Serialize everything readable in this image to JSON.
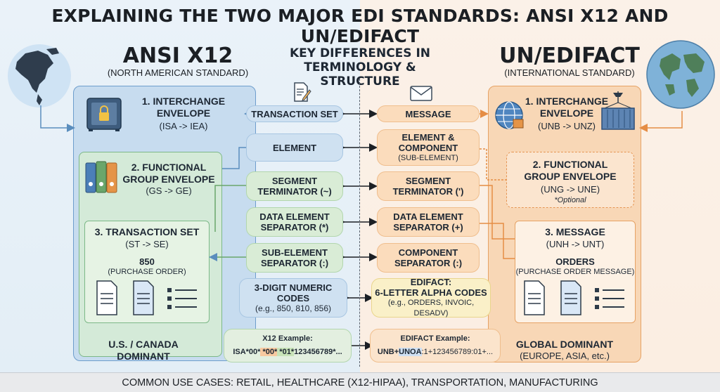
{
  "title": "EXPLAINING THE TWO MAJOR EDI STANDARDS: ANSI X12 AND UN/EDIFACT",
  "left": {
    "name": "ANSI X12",
    "sub": "(NORTH AMERICAN STANDARD)",
    "box1": {
      "title1": "1. INTERCHANGE",
      "title2": "ENVELOPE",
      "sub": "(ISA -> IEA)"
    },
    "box2": {
      "title1": "2. FUNCTIONAL",
      "title2": "GROUP ENVELOPE",
      "sub": "(GS -> GE)"
    },
    "box3": {
      "title1": "3. TRANSACTION SET",
      "sub": "(ST -> SE)",
      "code": "850",
      "code_sub": "(PURCHASE ORDER)"
    },
    "footer1": "U.S. / CANADA",
    "footer2": "DOMINANT"
  },
  "center": {
    "head1": "KEY DIFFERENCES IN",
    "head2": "TERMINOLOGY & STRUCTURE",
    "rows": [
      {
        "left": [
          "TRANSACTION SET"
        ],
        "right": [
          "MESSAGE"
        ]
      },
      {
        "left": [
          "ELEMENT"
        ],
        "right": [
          "ELEMENT &",
          "COMPONENT"
        ],
        "right_sub": "(SUB-ELEMENT)"
      },
      {
        "left": [
          "SEGMENT",
          "TERMINATOR (~)"
        ],
        "right": [
          "SEGMENT",
          "TERMINATOR (')"
        ]
      },
      {
        "left": [
          "DATA ELEMENT",
          "SEPARATOR (*)"
        ],
        "right": [
          "DATA ELEMENT",
          "SEPARATOR (+)"
        ]
      },
      {
        "left": [
          "SUB-ELEMENT",
          "SEPARATOR (:)"
        ],
        "right": [
          "COMPONENT",
          "SEPARATOR (:)"
        ]
      },
      {
        "left": [
          "3-DIGIT NUMERIC",
          "CODES"
        ],
        "left_sub": "(e.g., 850, 810, 856)",
        "right": [
          "EDIFACT:",
          "6-LETTER ALPHA CODES"
        ],
        "right_sub": "(e.g., ORDERS, INVOIC, DESADV)"
      }
    ],
    "x12_example": {
      "label": "X12 Example:",
      "p1": "ISA*00*",
      "p2": " *00*",
      "p3": " *01*",
      "p4": "123456789*..."
    },
    "edifact_example": {
      "label": "EDIFACT Example:",
      "p1": "UNB+",
      "p2": "UNOA",
      "p3": ":1+123456789:01+..."
    }
  },
  "right": {
    "name": "UN/EDIFACT",
    "sub": "(INTERNATIONAL STANDARD)",
    "box1": {
      "title1": "1. INTERCHANGE",
      "title2": "ENVELOPE",
      "sub": "(UNB -> UNZ)"
    },
    "box2": {
      "title1": "2. FUNCTIONAL",
      "title2": "GROUP ENVELOPE",
      "sub": "(UNG -> UNE)",
      "note": "*Optional"
    },
    "box3": {
      "title1": "3. MESSAGE",
      "sub": "(UNH -> UNT)",
      "code": "ORDERS",
      "code_sub": "(PURCHASE ORDER MESSAGE)"
    },
    "footer1": "GLOBAL DOMINANT",
    "footer2": "(EUROPE, ASIA, etc.)"
  },
  "footer": "COMMON USE CASES: RETAIL, HEALTHCARE (X12-HIPAA), TRANSPORTATION, MANUFACTURING",
  "colors": {
    "x12_blue": "#c7dcef",
    "x12_green": "#d4ead8",
    "edifact_orange": "#f8d7b6",
    "accent_line": "#6d9dcc"
  }
}
